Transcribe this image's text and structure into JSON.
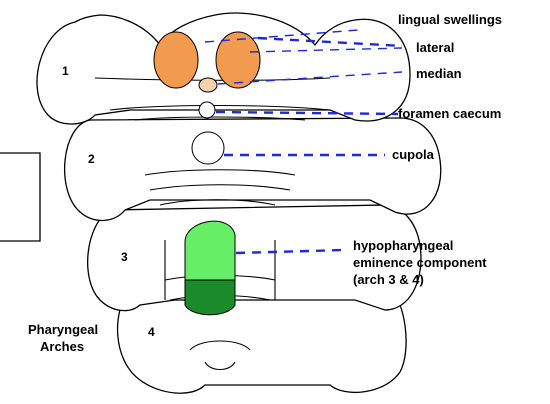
{
  "labels": {
    "lingual_swellings": "lingual swellings",
    "lateral": "lateral",
    "median": "median",
    "foramen_caecum": "foramen caecum",
    "cupola": "cupola",
    "hypopharyngeal_line1": "hypopharyngeal",
    "hypopharyngeal_line2": "eminence component",
    "hypopharyngeal_line3": "(arch 3 & 4)",
    "pharyngeal_line1": "Pharyngeal",
    "pharyngeal_line2": "Arches"
  },
  "arch_numbers": {
    "arch1": "1",
    "arch2": "2",
    "arch3": "3",
    "arch4": "4"
  },
  "colors": {
    "lateral_swelling": "#f29a4d",
    "median_swelling": "#f5d3a8",
    "hypopharyngeal_upper": "#66ee66",
    "hypopharyngeal_lower": "#1a8a2a",
    "leader_line": "#1e2bd6",
    "outline": "#000000"
  }
}
